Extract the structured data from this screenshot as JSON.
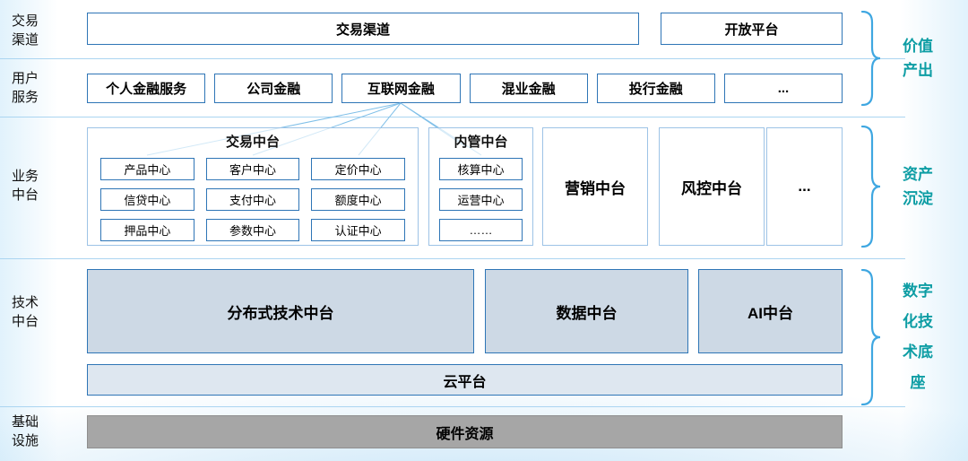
{
  "left_labels": [
    "交易渠道",
    "用户服务",
    "业务中台",
    "技术中台",
    "基础设施"
  ],
  "channels_row": {
    "trade_channel": "交易渠道",
    "open_platform": "开放平台"
  },
  "services_row": {
    "items": [
      "个人金融服务",
      "公司金融",
      "互联网金融",
      "混业金融",
      "投行金融",
      "..."
    ]
  },
  "business_row": {
    "trade_center": {
      "title": "交易中台",
      "cells": [
        "产品中心",
        "客户中心",
        "定价中心",
        "信贷中心",
        "支付中心",
        "额度中心",
        "押品中心",
        "参数中心",
        "认证中心"
      ]
    },
    "internal_center": {
      "title": "内管中台",
      "cells": [
        "核算中心",
        "运营中心",
        "……"
      ]
    },
    "marketing": "营销中台",
    "risk": "风控中台",
    "more": "..."
  },
  "tech_row": {
    "items": [
      "分布式技术中台",
      "数据中台",
      "AI中台"
    ],
    "cloud": "云平台"
  },
  "infra_row": {
    "hardware": "硬件资源"
  },
  "annotations": {
    "value_output": "价值产出",
    "asset_accumulation": "资产沉淀",
    "digital_base": "数字化技术底座"
  },
  "colors": {
    "border_blue": "#2E75B6",
    "border_light": "#9DC3E6",
    "fill_tech": "#CDD9E5",
    "fill_cloud": "#DEE7F0",
    "fill_gray": "#A6A6A6",
    "annot_teal": "#0D9DA4",
    "brace_blue": "#3FA7E1",
    "sep_blue": "#ABD5F1",
    "connector_blue": "#7FBFE8"
  }
}
